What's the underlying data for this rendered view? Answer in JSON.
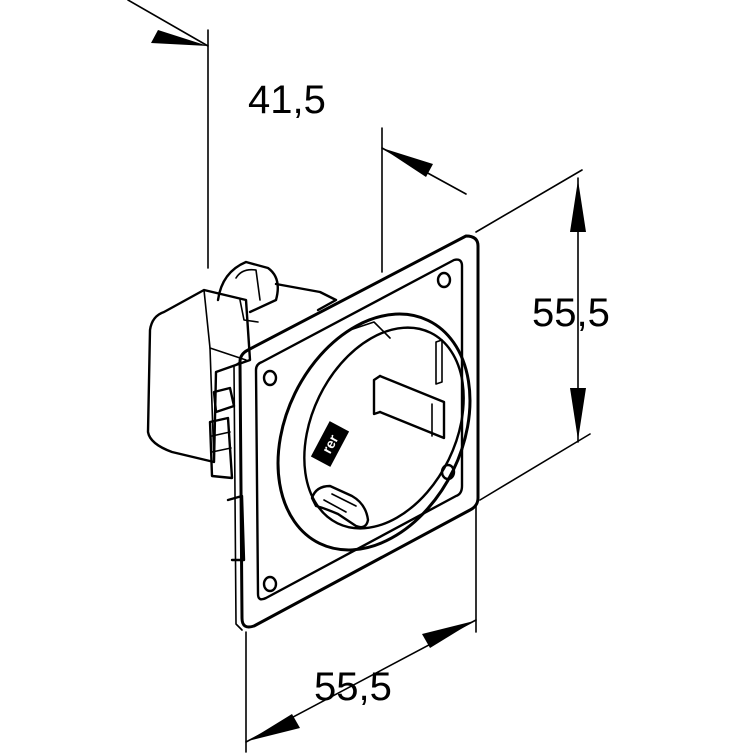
{
  "dimensions": {
    "depth": "41,5",
    "height": "55,5",
    "width": "55,5"
  },
  "brand_mark": "rer"
}
